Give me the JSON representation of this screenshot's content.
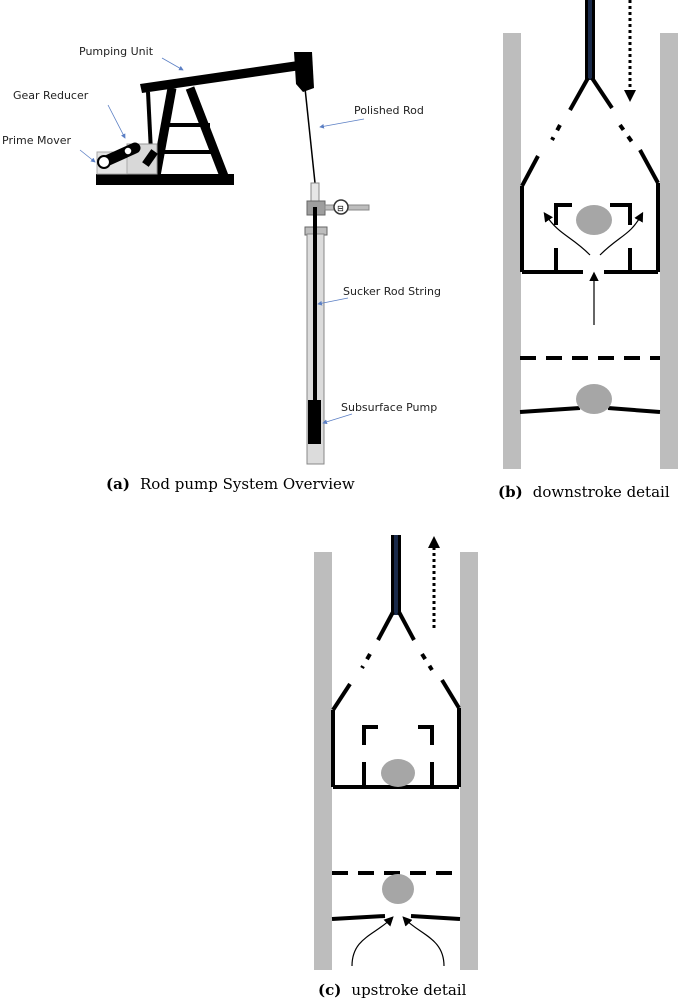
{
  "panel_a": {
    "labels": {
      "pumping_unit": "Pumping Unit",
      "gear_reducer": "Gear Reducer",
      "prime_mover": "Prime Mover",
      "polished_rod": "Polished Rod",
      "sucker_rod_string": "Sucker Rod String",
      "subsurface_pump": "Subsurface Pump"
    },
    "caption": {
      "tag": "(a)",
      "text": "Rod pump System Overview"
    }
  },
  "panel_b": {
    "caption": {
      "tag": "(b)",
      "text": "downstroke detail"
    }
  },
  "panel_c": {
    "caption": {
      "tag": "(c)",
      "text": "upstroke detail"
    }
  },
  "colors": {
    "tube": "#bdbdbd",
    "ball": "#a6a6a6",
    "ink": "#000000",
    "rod_blue": "#1a2a4a",
    "pointer": "#5b7fc4"
  }
}
